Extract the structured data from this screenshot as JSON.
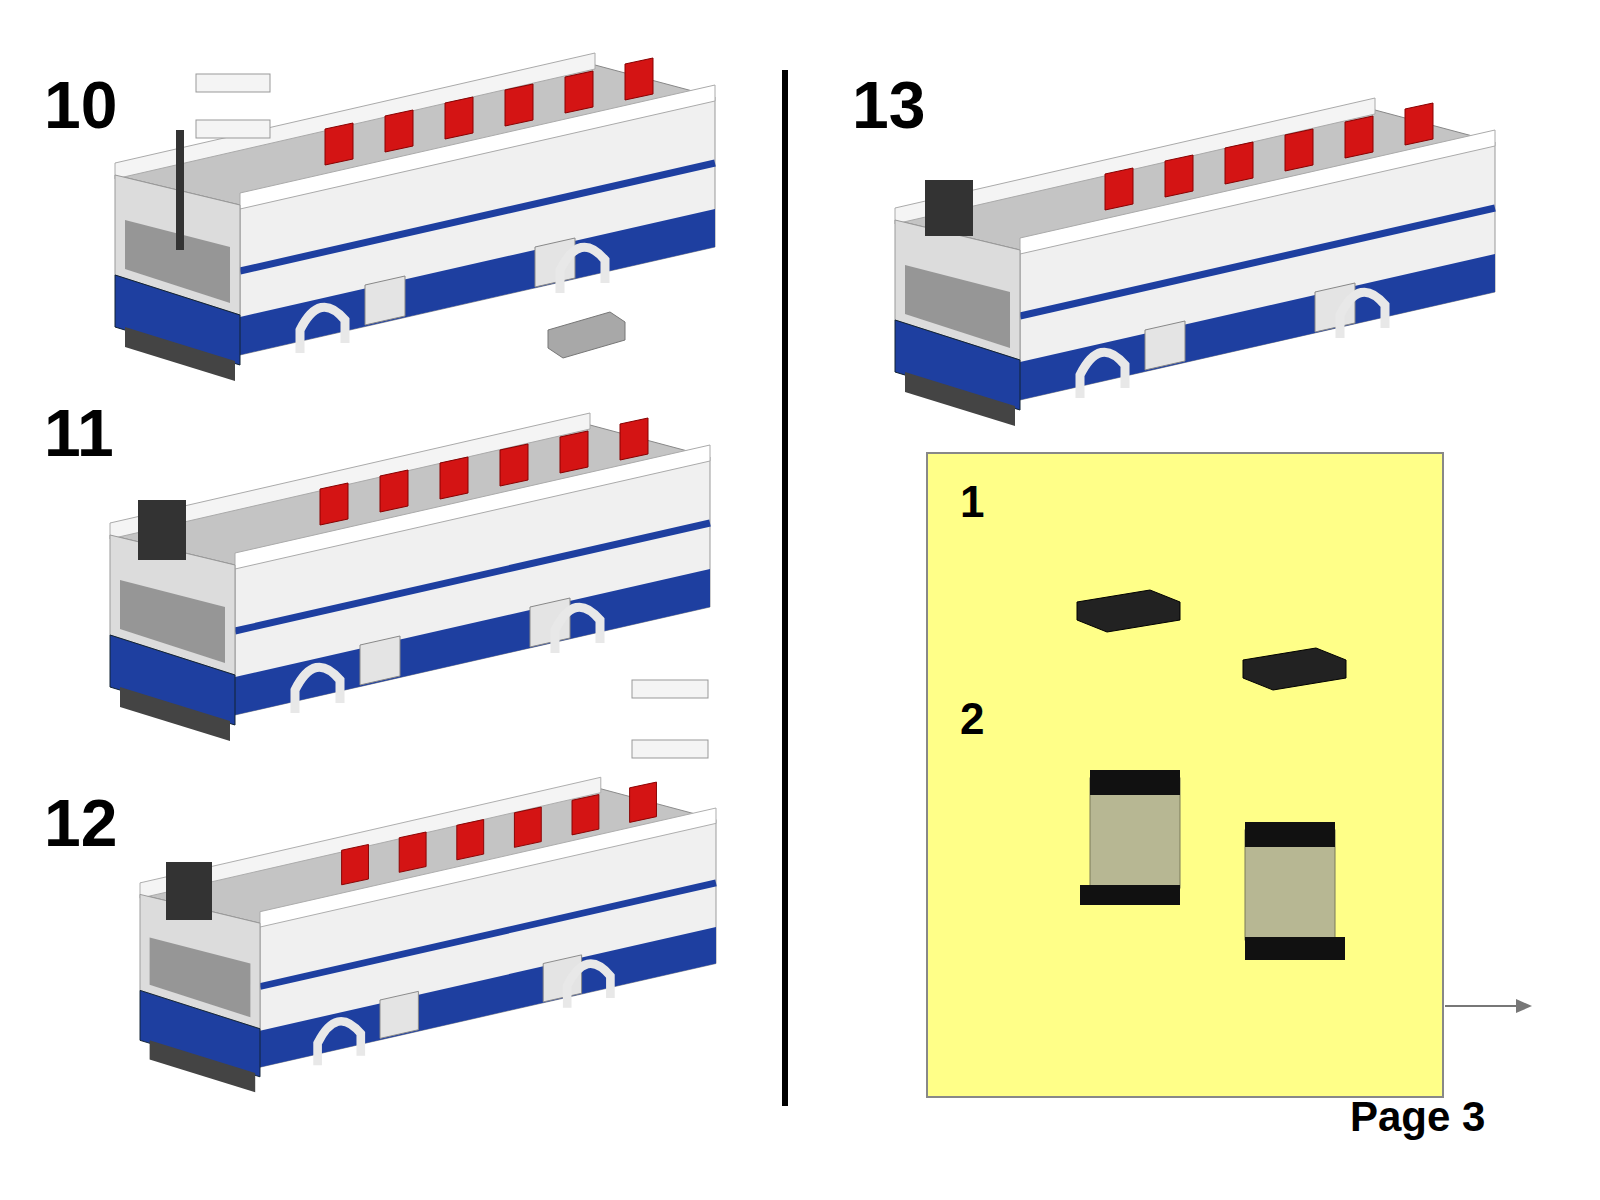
{
  "diagram": {
    "nodes": [
      {
        "text": [
          "1",
          "2"
        ]
      }
    ],
    "labels": [
      "10",
      "11",
      "12",
      "13",
      "Page 3"
    ]
  }
}
